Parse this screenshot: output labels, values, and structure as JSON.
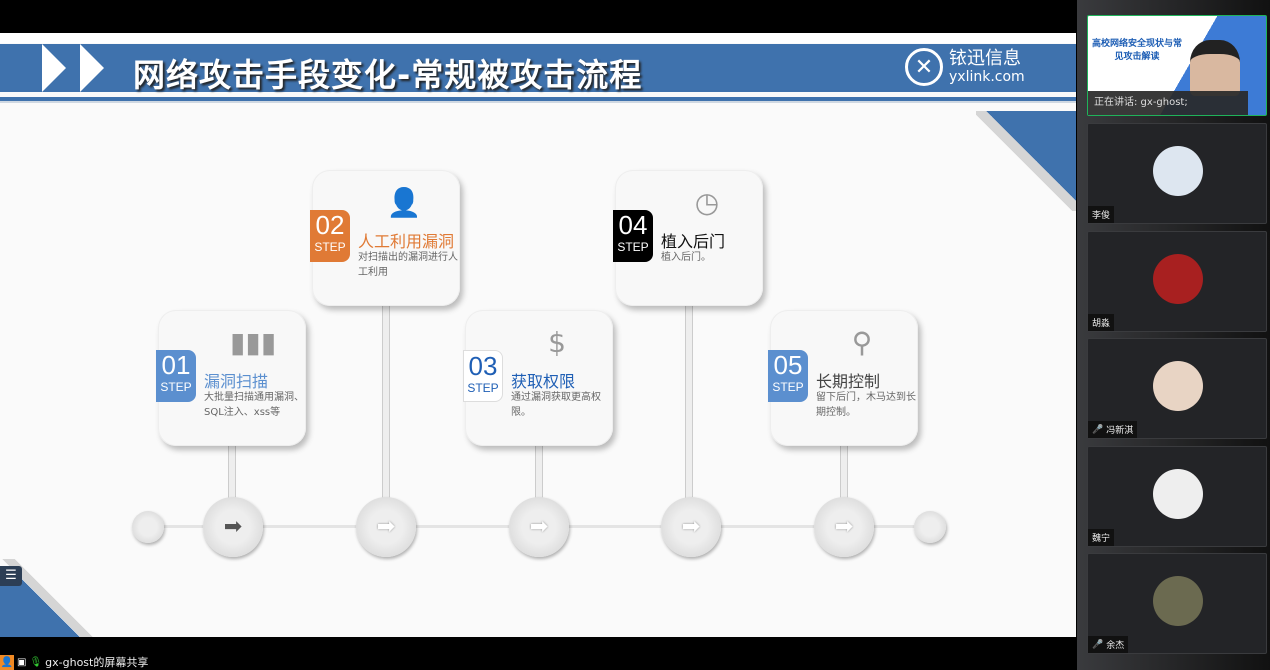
{
  "slide": {
    "title": "网络攻击手段变化-常规被攻击流程",
    "logo_cn": "铱迅信息",
    "logo_en": "yxlink.com",
    "steps": [
      {
        "num": "01",
        "step": "STEP",
        "title": "漏洞扫描",
        "desc": "大批量扫描通用漏洞、SQL注入、xss等",
        "color": "#5b8fcf",
        "icon": "bar-chart-icon"
      },
      {
        "num": "02",
        "step": "STEP",
        "title": "人工利用漏洞",
        "desc": "对扫描出的漏洞进行人工利用",
        "color": "#e07a35",
        "icon": "reader-icon"
      },
      {
        "num": "03",
        "step": "STEP",
        "title": "获取权限",
        "desc": "通过漏洞获取更高权限。",
        "color": "#1f5fb5",
        "icon": "dollar-icon"
      },
      {
        "num": "04",
        "step": "STEP",
        "title": "植入后门",
        "desc": "植入后门。",
        "color": "#000000",
        "icon": "clock-icon"
      },
      {
        "num": "05",
        "step": "STEP",
        "title": "长期控制",
        "desc": "留下后门，木马达到长期控制。",
        "color": "#5b8fcf",
        "icon": "search-icon"
      }
    ]
  },
  "participants": {
    "speaker": {
      "label": "正在讲话: gx-ghost;",
      "slide_title": "高校网络安全现状与常见攻击解读"
    },
    "tiles": [
      {
        "name": "李俊",
        "muted": false
      },
      {
        "name": "胡淼",
        "muted": false
      },
      {
        "name": "冯新淇",
        "muted": true
      },
      {
        "name": "魏宁",
        "muted": false
      },
      {
        "name": "余杰",
        "muted": true
      }
    ]
  },
  "status": {
    "share_label": "gx-ghost的屏幕共享"
  }
}
